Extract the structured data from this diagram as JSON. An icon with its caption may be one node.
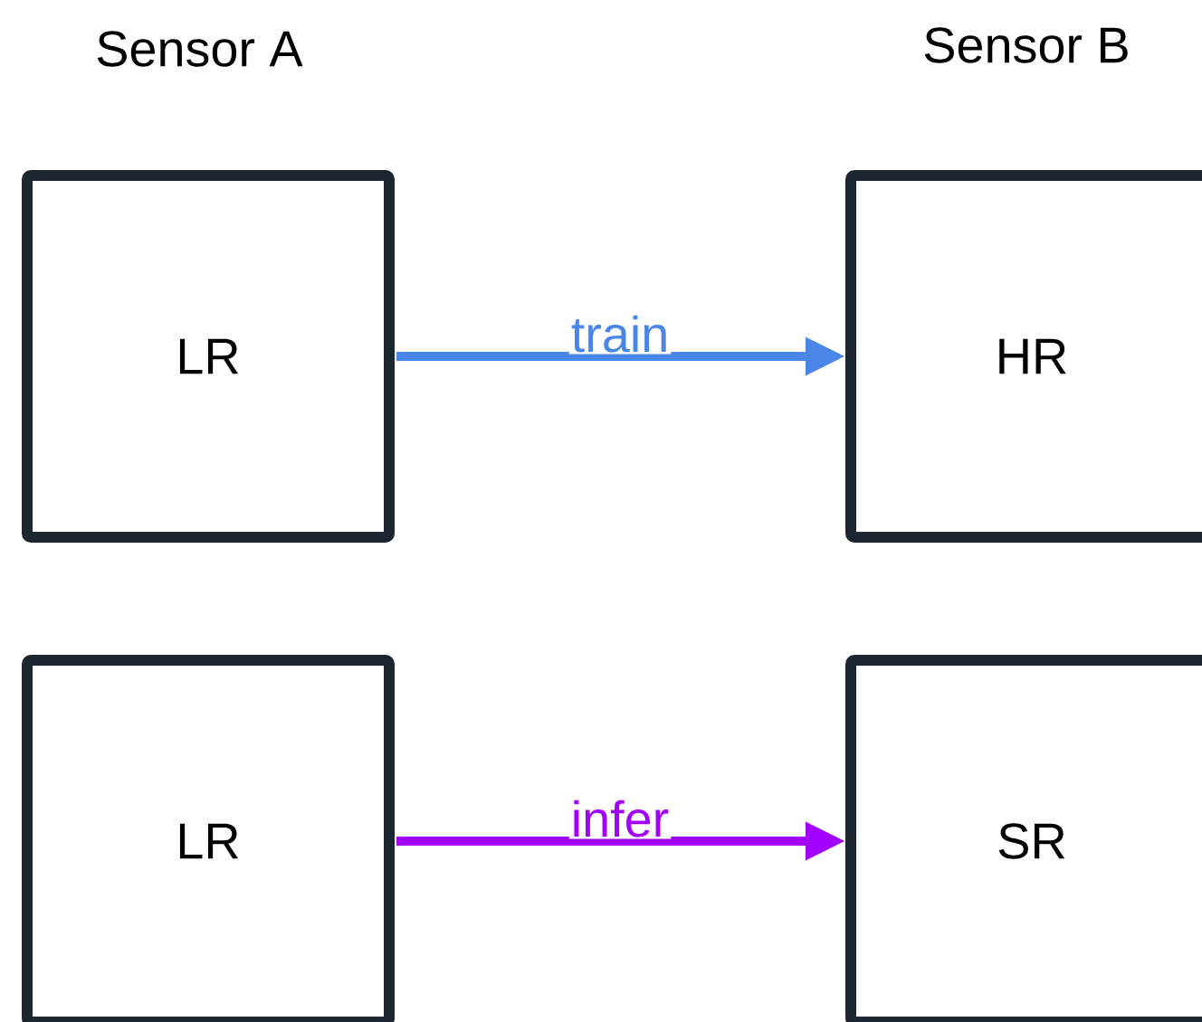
{
  "diagram": {
    "nodes": [
      {
        "text": [
          "LR"
        ]
      },
      {
        "text": [
          "HR"
        ]
      },
      {
        "text": [
          "LR"
        ]
      },
      {
        "text": [
          "SR"
        ]
      }
    ],
    "edges": [
      {
        "from": 0,
        "to": 1,
        "arrow": "to",
        "label": "train",
        "color": "#4a86e8"
      },
      {
        "from": 2,
        "to": 3,
        "arrow": "to",
        "label": "infer",
        "color": "#a100ff"
      }
    ],
    "labels": [
      "Sensor A",
      "Sensor B"
    ]
  }
}
